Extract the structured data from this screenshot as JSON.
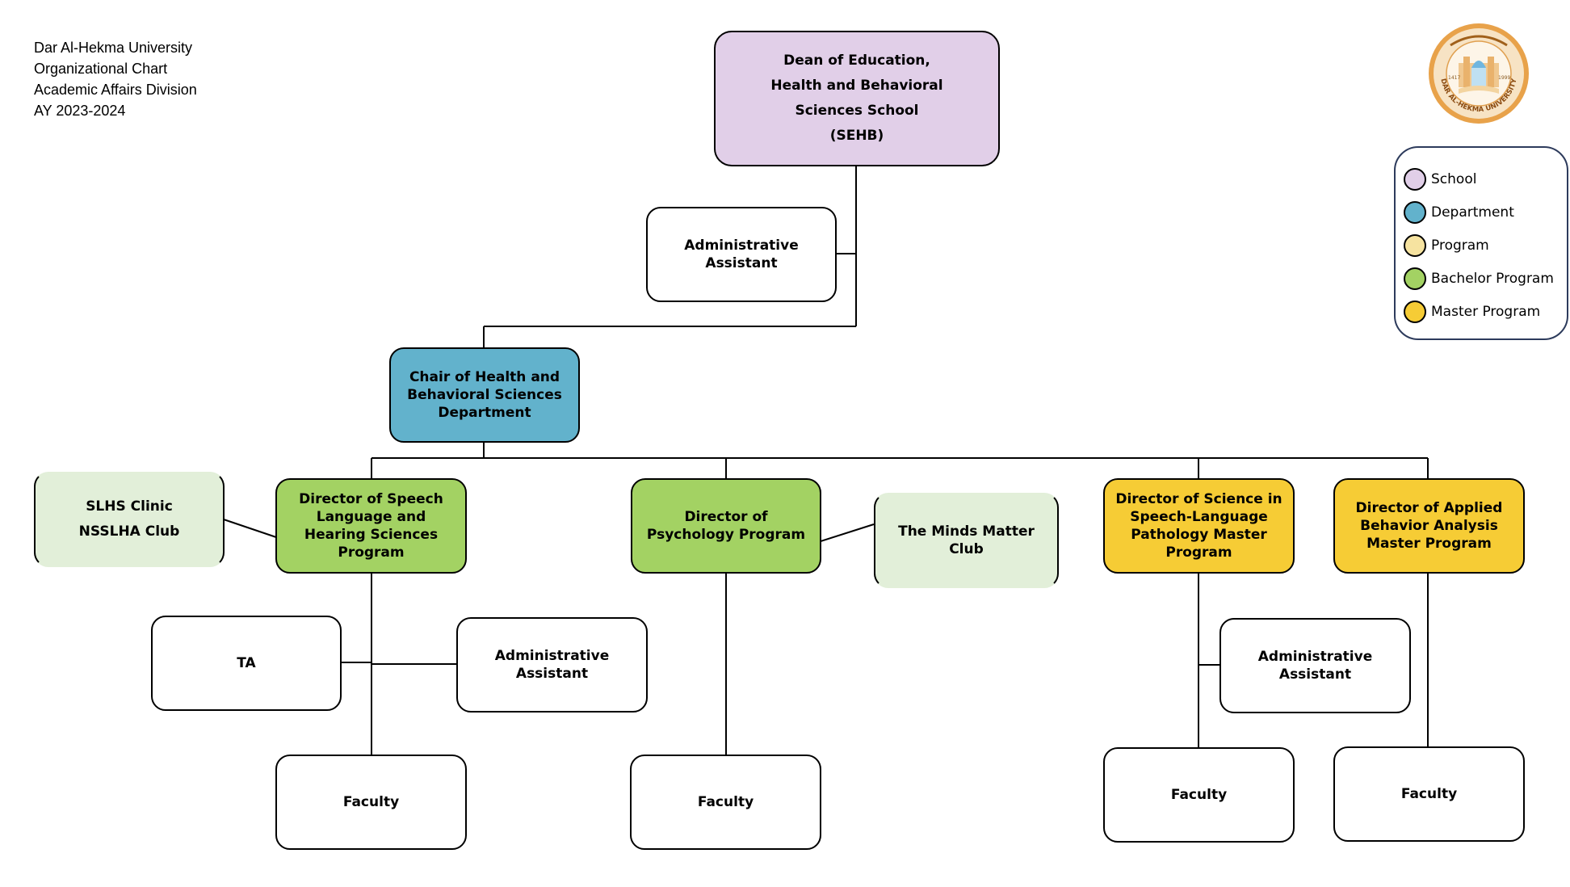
{
  "header": {
    "line1": "Dar Al-Hekma University",
    "line2": "Organizational Chart",
    "line3": "Academic Affairs Division",
    "line4": "AY 2023-2024"
  },
  "logo": {
    "icon": "university-seal-icon",
    "text": "DAR AL-HEKMA UNIVERSITY",
    "year_left": "1417",
    "year_right": "1999"
  },
  "legend": [
    {
      "label": "School",
      "color": "#e1cfe8"
    },
    {
      "label": "Department",
      "color": "#62b2cc"
    },
    {
      "label": "Program",
      "color": "#f6e3a0"
    },
    {
      "label": "Bachelor Program",
      "color": "#a3d263"
    },
    {
      "label": "Master Program",
      "color": "#f6cc35"
    }
  ],
  "nodes": {
    "dean": [
      "Dean of Education,",
      "Health and Behavioral",
      "Sciences School",
      "(SEHB)"
    ],
    "dean_assistant": "Administrative Assistant",
    "chair": "Chair of Health and Behavioral Sciences Department",
    "clinic": [
      "SLHS Clinic",
      "NSSLHA Club"
    ],
    "speech_director": "Director of Speech Language and Hearing Sciences Program",
    "speech_ta": "TA",
    "speech_assistant": "Administrative Assistant",
    "speech_faculty": "Faculty",
    "psych_director": "Director of Psychology Program",
    "minds_club": "The Minds Matter Club",
    "psych_faculty": "Faculty",
    "slp_director": "Director of Science in Speech-Language Pathology Master Program",
    "slp_assistant": "Administrative Assistant",
    "slp_faculty": "Faculty",
    "aba_director": "Director of Applied Behavior Analysis Master Program",
    "aba_faculty": "Faculty"
  }
}
